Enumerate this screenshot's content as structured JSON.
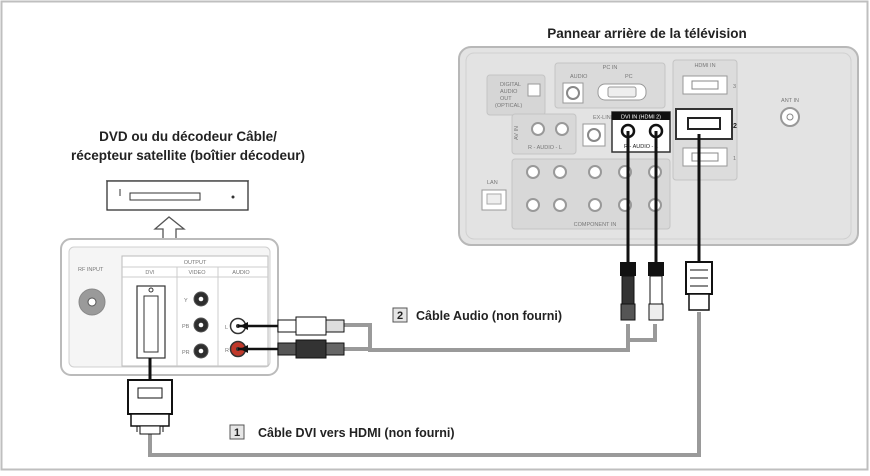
{
  "tv_panel": {
    "title": "Pannear arrière de la télévision",
    "pc_in": "PC IN",
    "audio": "AUDIO",
    "pc": "PC",
    "digital_audio_out_1": "DIGITAL",
    "digital_audio_out_2": "AUDIO",
    "digital_audio_out_3": "OUT",
    "digital_audio_out_4": "(OPTICAL)",
    "hdmi_in": "HDMI IN",
    "hdmi_3": "3",
    "hdmi_2": "2",
    "hdmi_1": "1",
    "ex_link": "EX-LINK",
    "dvi_in": "DVI IN (HDMI 2)",
    "dvi_audio": "R - AUDIO - L",
    "av_in": "AV IN",
    "av_audio": "R - AUDIO - L",
    "lan": "LAN",
    "component_in": "COMPONENT IN",
    "ant_in": "ANT IN"
  },
  "source_device": {
    "title_line1": "DVD ou du décodeur Câble/",
    "title_line2": "récepteur satellite (boîtier décodeur)",
    "rf_input": "RF INPUT",
    "output": "OUTPUT",
    "dvi": "DVI",
    "video": "VIDEO",
    "audio": "AUDIO",
    "y": "Y",
    "pb": "PB",
    "pr": "PR",
    "l": "L",
    "r": "R"
  },
  "cables": [
    {
      "number": "2",
      "label": "Câble Audio (non fourni)"
    },
    {
      "number": "1",
      "label": "Câble DVI vers HDMI (non fourni)"
    }
  ],
  "colors": {
    "frame": "#bbbbbb",
    "panel_fill": "#e2e2e2",
    "cable_gray": "#9a9a9a",
    "jack_red": "#c0392b"
  }
}
